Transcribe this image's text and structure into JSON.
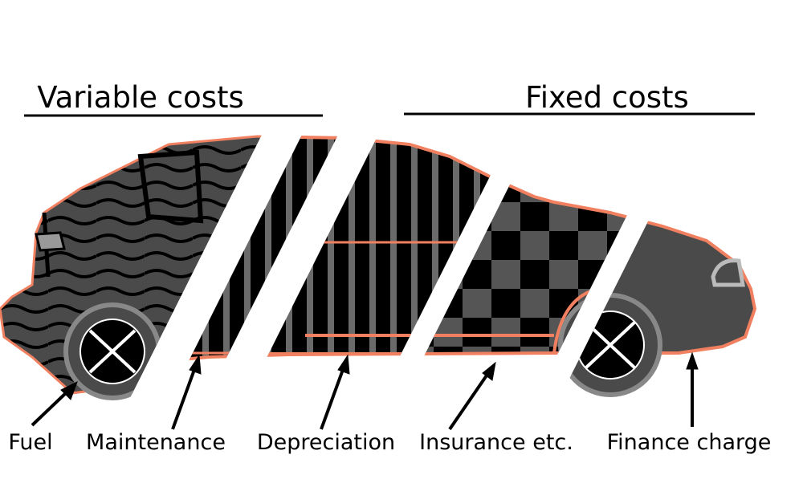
{
  "headings": {
    "variable": "Variable costs",
    "fixed": "Fixed costs"
  },
  "labels": {
    "fuel": "Fuel",
    "maintenance": "Maintenance",
    "depreciation": "Depreciation",
    "insurance": "Insurance etc.",
    "finance": "Finance charge"
  },
  "colors": {
    "outline": "#f08060",
    "body_dark": "#4a4a4a",
    "black": "#000000",
    "gray_tile": "#555555",
    "stripe_gray": "#7a7a7a",
    "wheel_rim": "#888888",
    "background": "#ffffff"
  }
}
